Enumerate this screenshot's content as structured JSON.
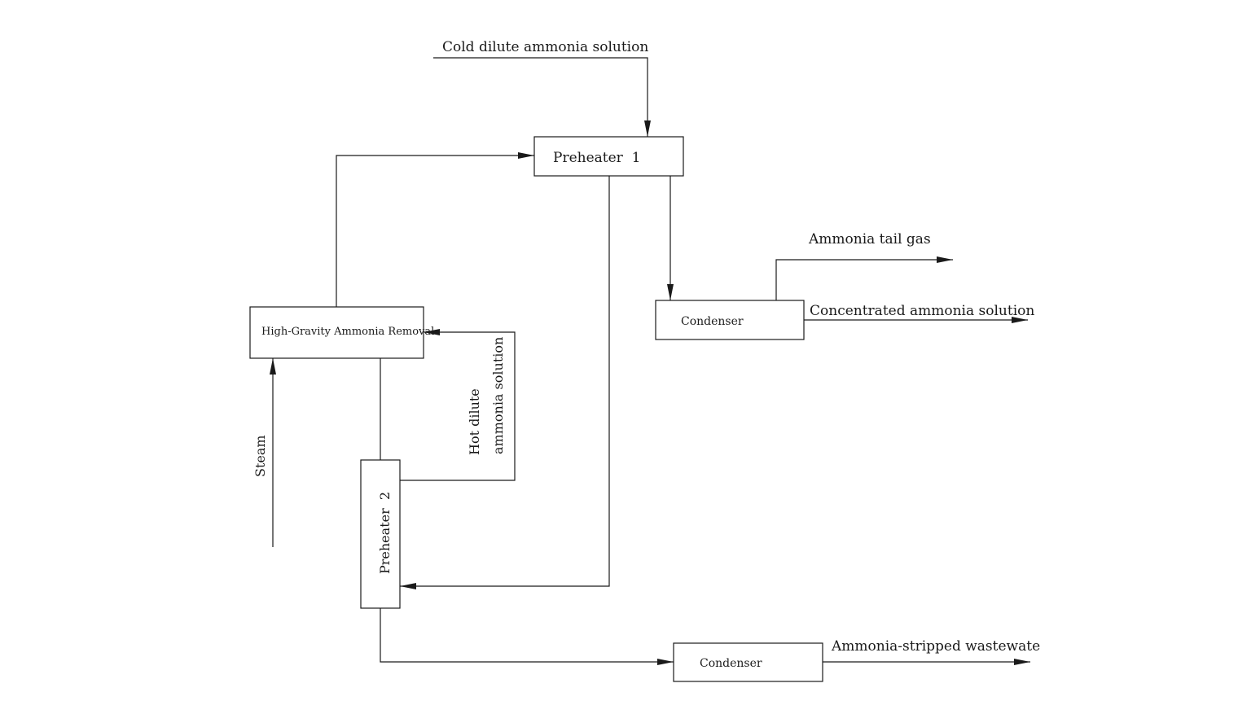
{
  "colors": {
    "stroke": "#1a1a1a",
    "background": "#ffffff"
  },
  "nodes": {
    "preheater1": "Preheater  1",
    "preheater2": "Preheater  2",
    "hgar": "High-Gravity Ammonia Removal",
    "condenser_top": "Condenser",
    "condenser_bottom": "Condenser"
  },
  "streams": {
    "cold_feed": "Cold dilute ammonia solution",
    "tail_gas": "Ammonia tail gas",
    "concentrated": "Concentrated ammonia solution",
    "steam": "Steam",
    "hot_dilute_1": "Hot dilute",
    "hot_dilute_2": "ammonia solution",
    "stripped_wastewater": "Ammonia-stripped wastewate"
  }
}
